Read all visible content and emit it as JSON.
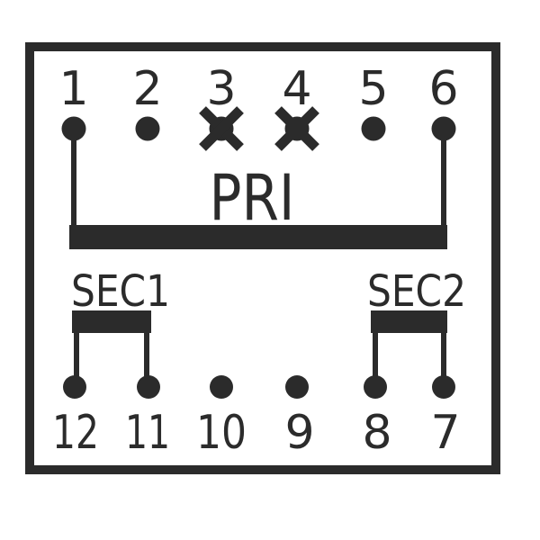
{
  "pinout": {
    "windings": {
      "pri_label": "PRI",
      "sec1_label": "SEC1",
      "sec2_label": "SEC2"
    },
    "top_pins": [
      "1",
      "2",
      "3",
      "4",
      "5",
      "6"
    ],
    "bottom_pins": [
      "12",
      "11",
      "10",
      "9",
      "8",
      "7"
    ],
    "no_connect_pins": [
      "3",
      "4"
    ],
    "pri_connected_pins": [
      "1",
      "6"
    ],
    "sec1_connected_pins": [
      "12",
      "11"
    ],
    "sec2_connected_pins": [
      "8",
      "7"
    ],
    "colors": {
      "ink": "#2b2b2b",
      "background": "#ffffff"
    }
  }
}
